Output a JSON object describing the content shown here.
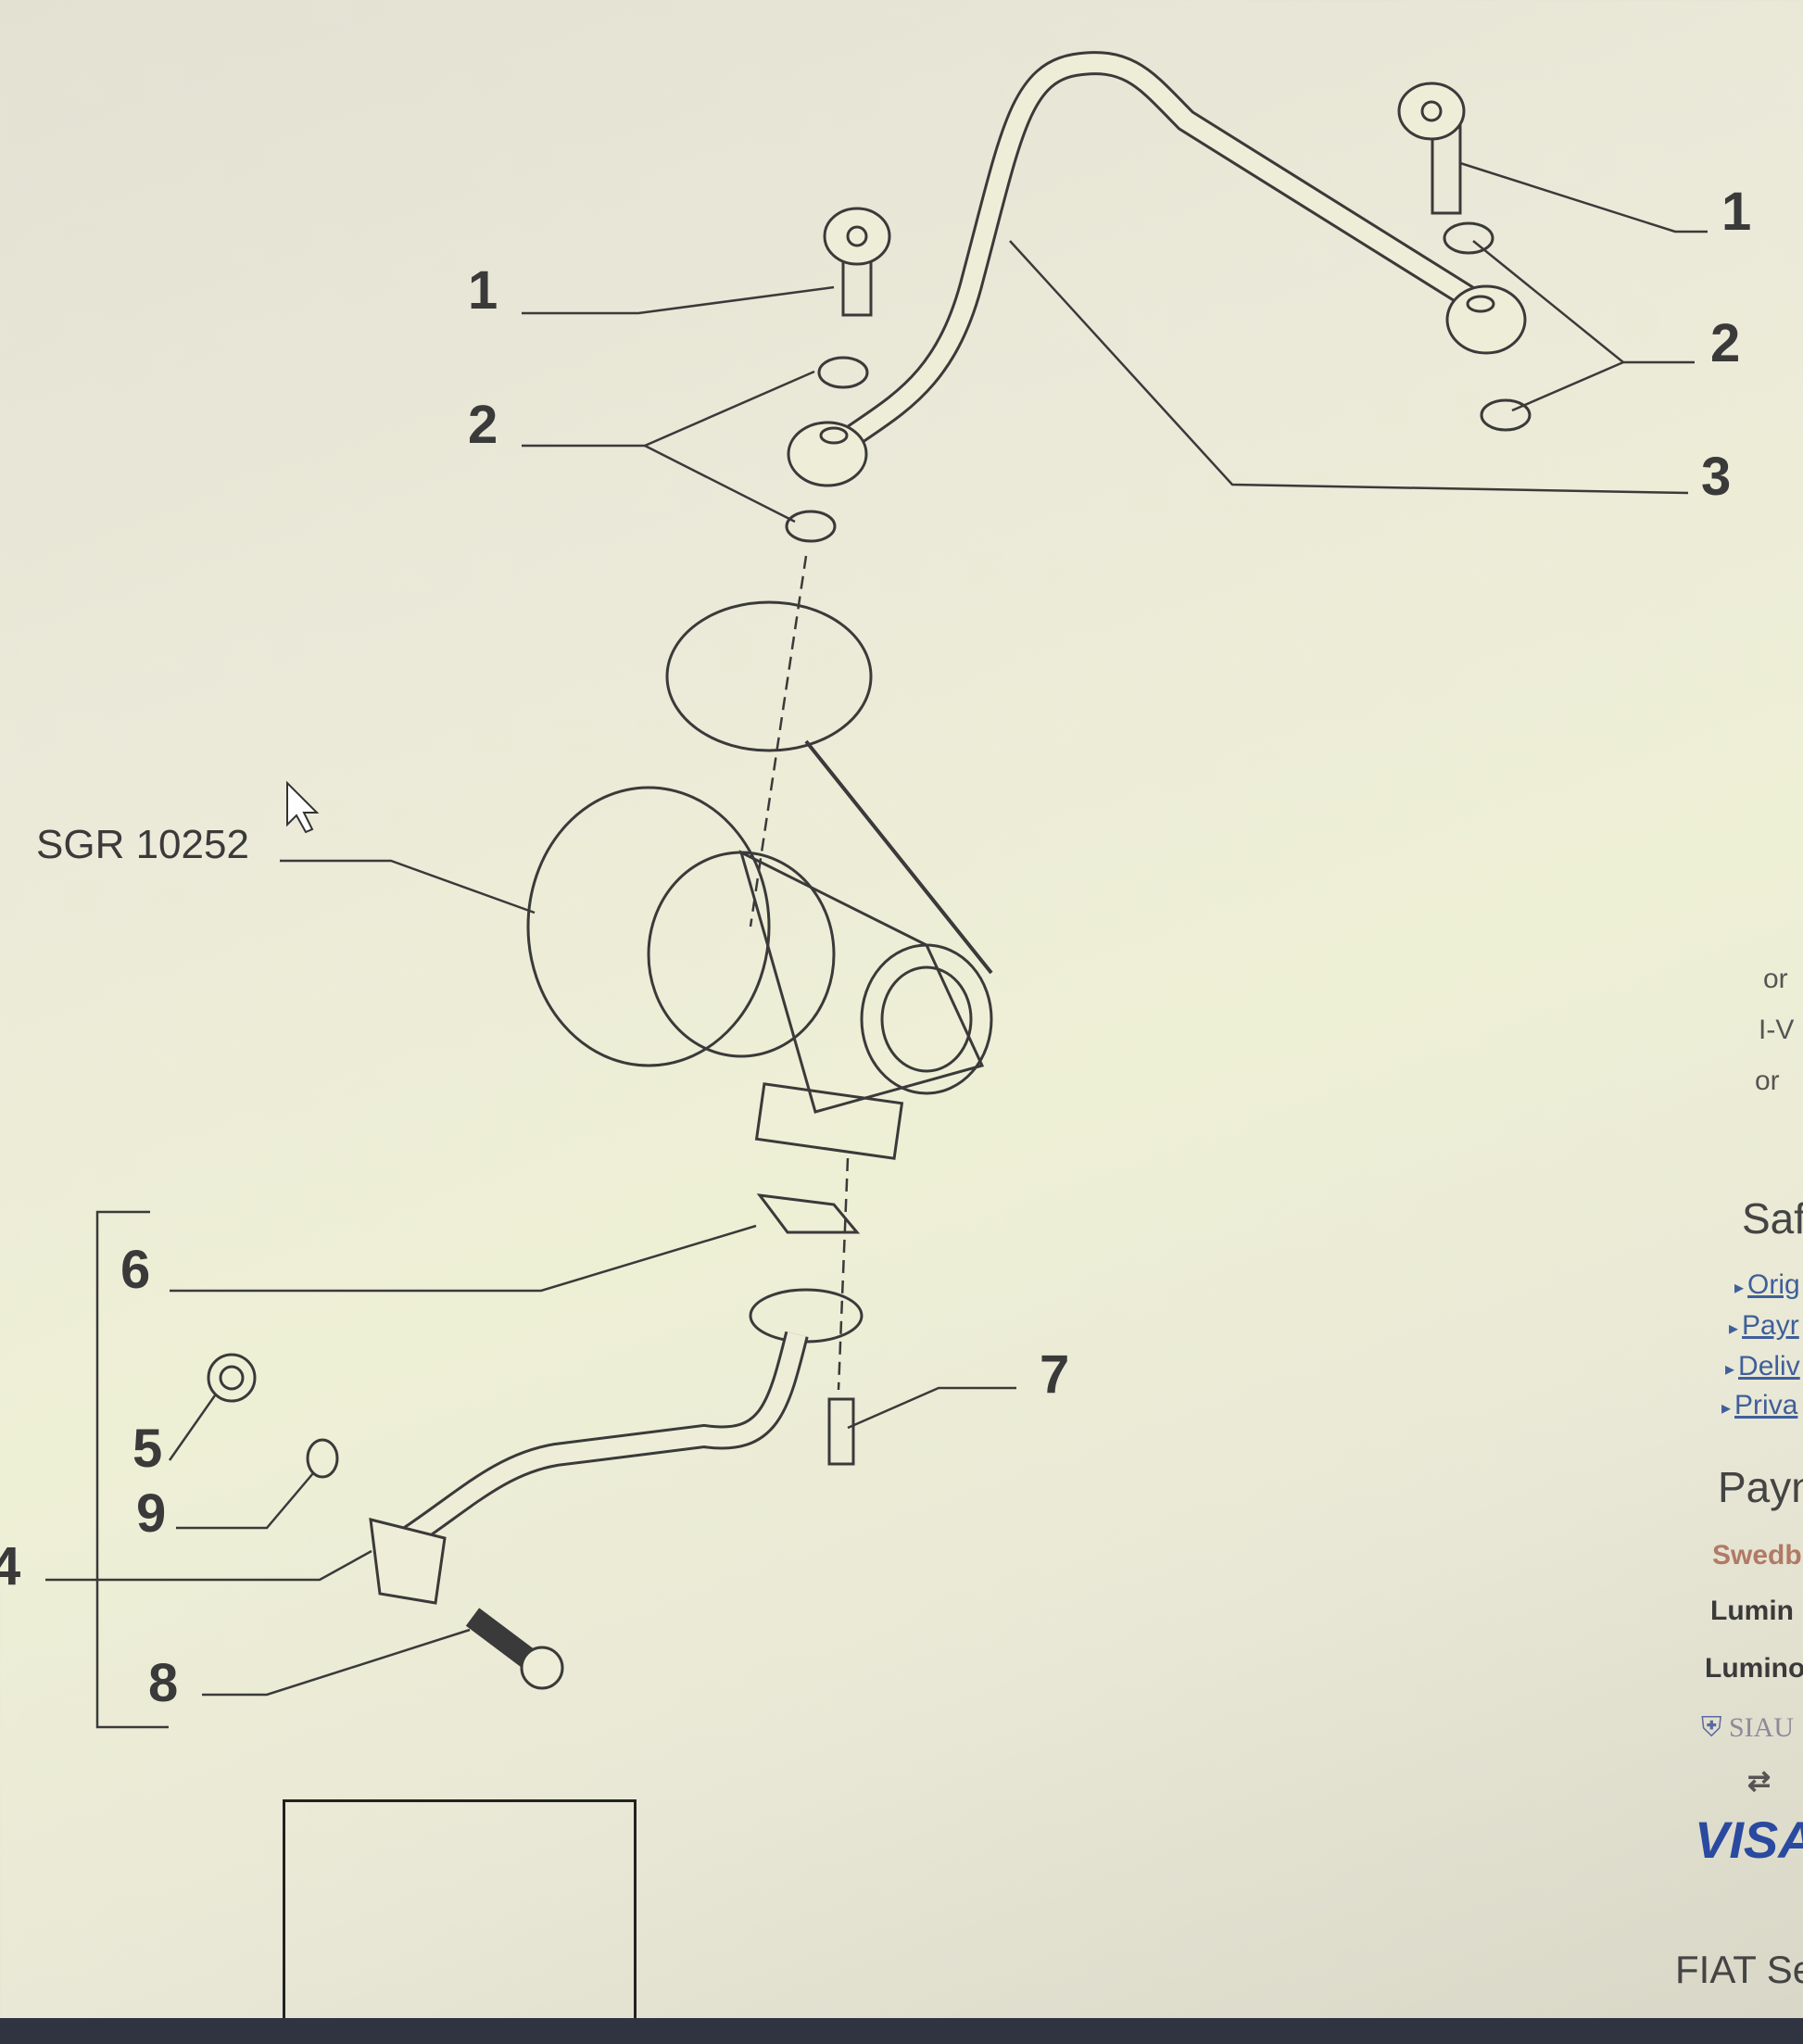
{
  "diagram": {
    "reference": "SGR 10252",
    "callouts": [
      "1",
      "2",
      "1",
      "2",
      "3",
      "6",
      "7",
      "5",
      "9",
      "4",
      "8"
    ]
  },
  "sidebar": {
    "fragments": [
      "or",
      "I-V",
      "or"
    ],
    "safety_heading": "Saf",
    "links": [
      "Orig",
      "Payr",
      "Deliv",
      "Priva"
    ],
    "payment_heading": "Payn",
    "payment_methods": [
      "Swedb",
      "Lumin",
      "Lumino",
      "SIAU",
      "⇄",
      "VISA"
    ],
    "footer": "FIAT Se"
  },
  "colors": {
    "link": "#3f5f9a",
    "visa": "#2a4aa0",
    "swedbank": "#b07a66",
    "bar": "#2f3440"
  }
}
